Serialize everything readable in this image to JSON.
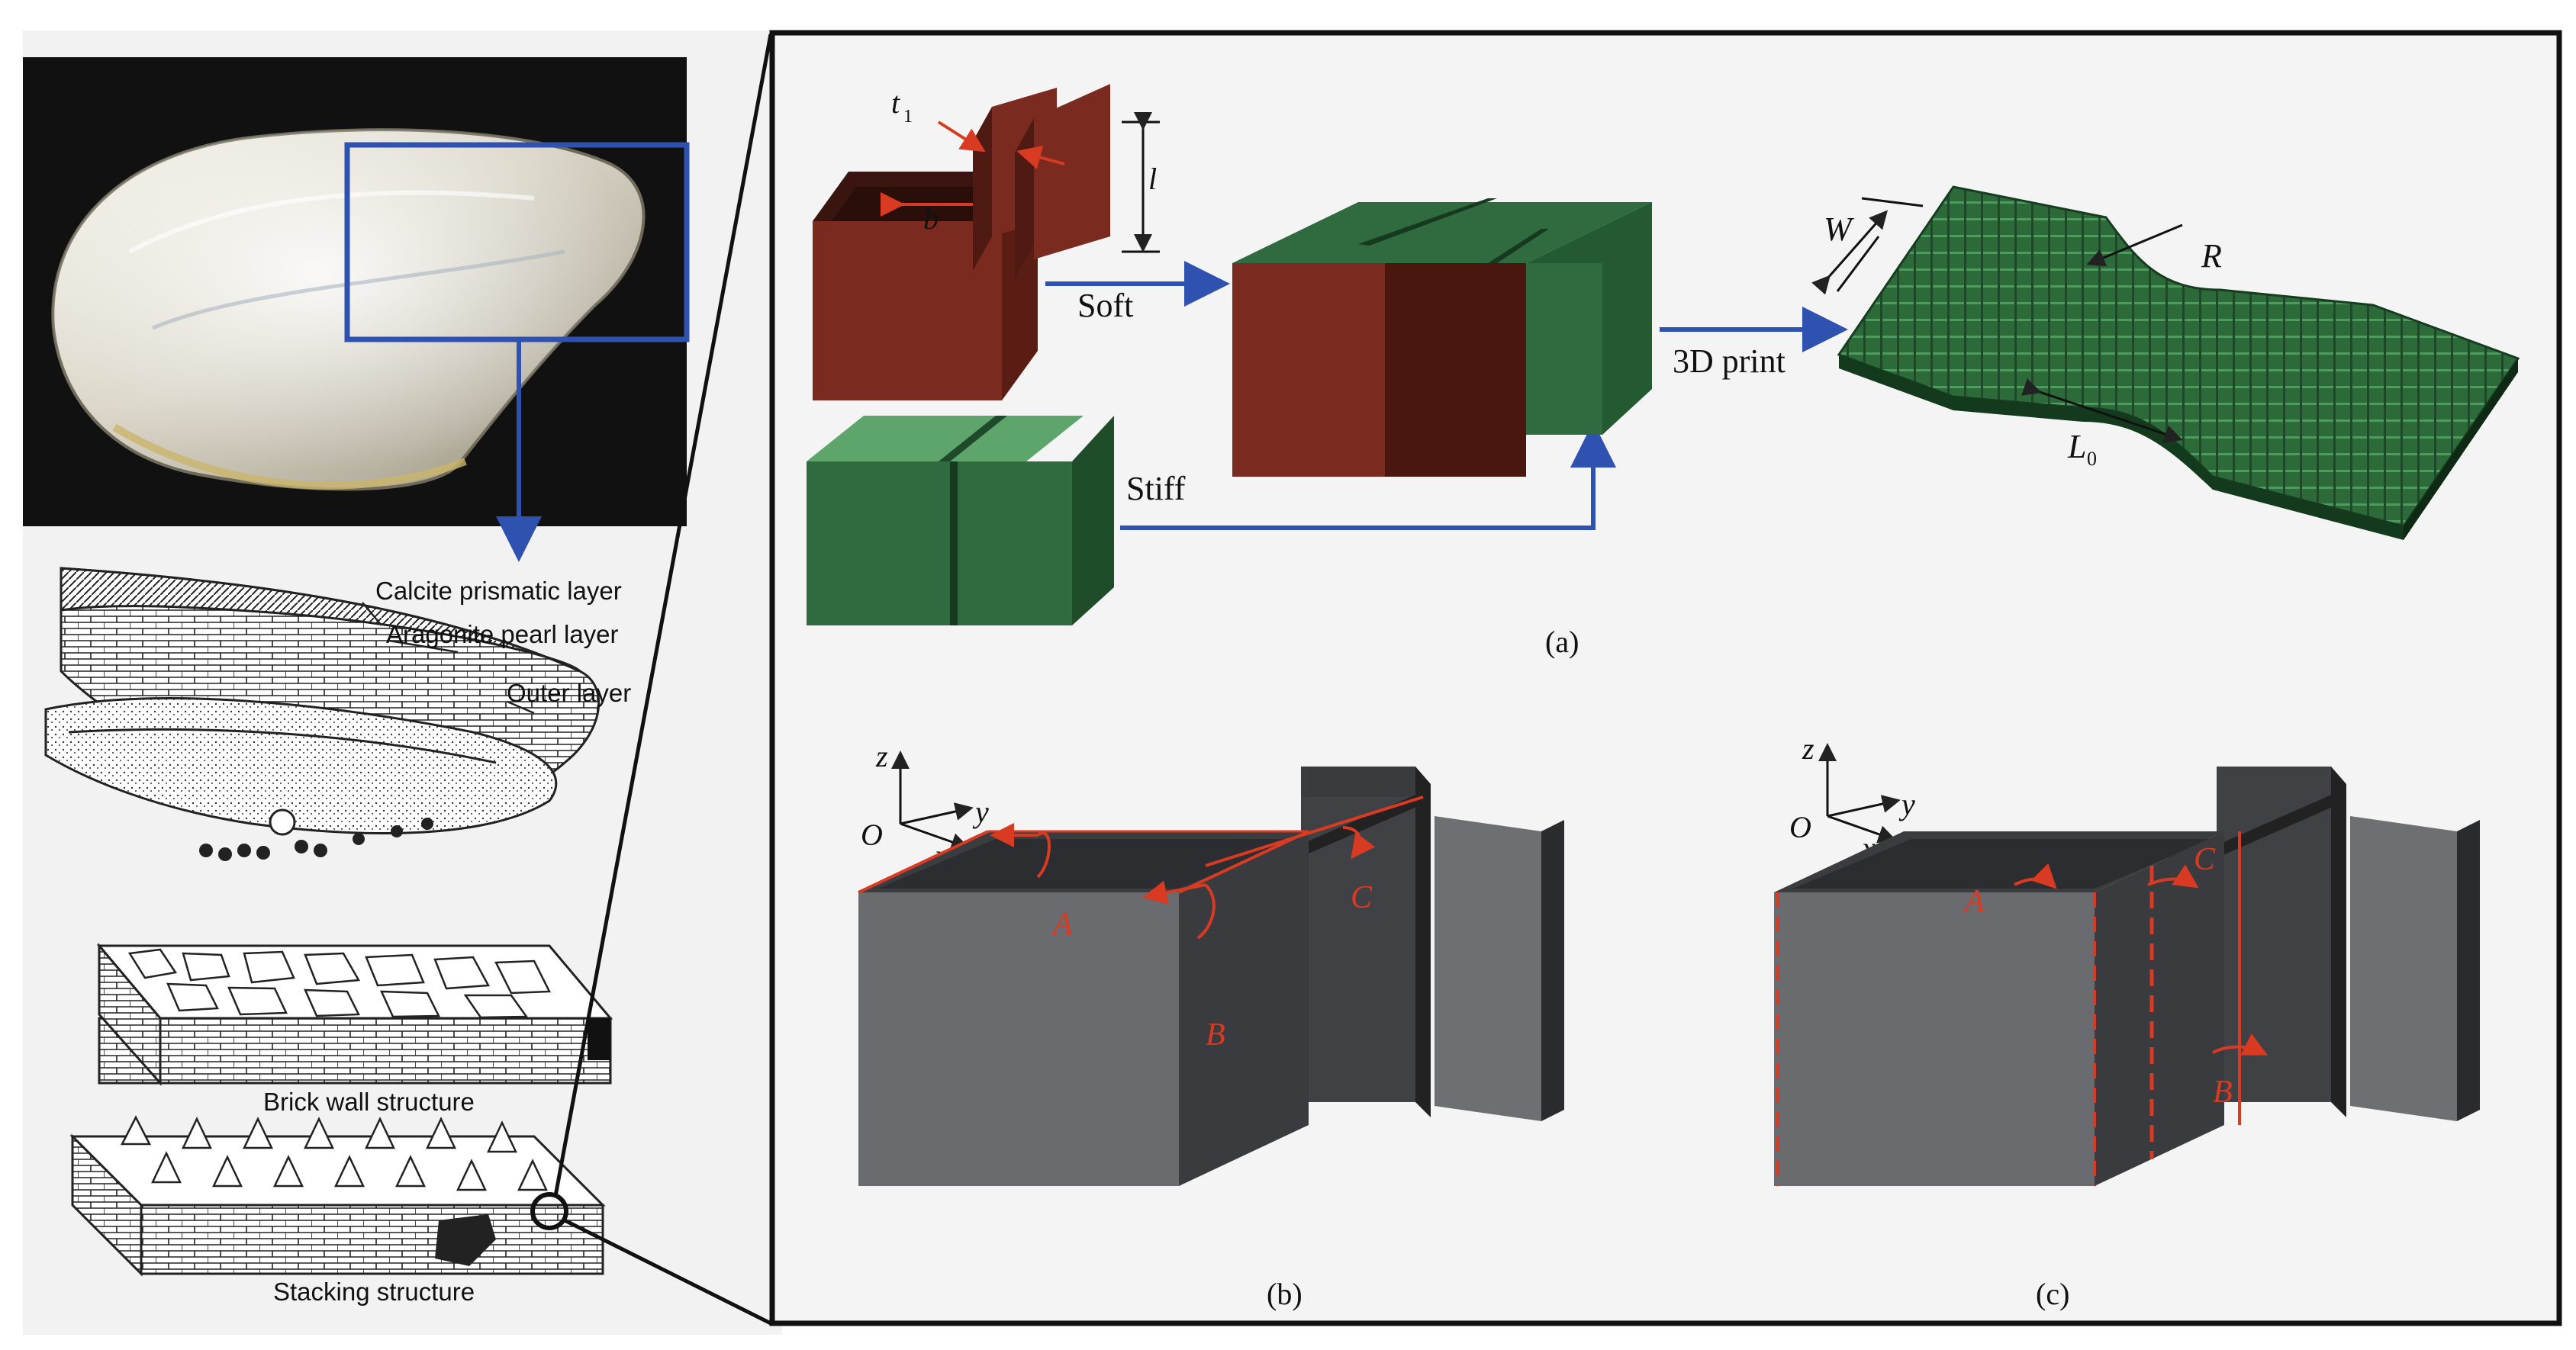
{
  "left_panel": {
    "labels": {
      "calcite": "Calcite prismatic layer",
      "aragonite": "Aragonite pearl layer",
      "outer": "Outer layer",
      "brick": "Brick wall structure",
      "stacking": "Stacking structure"
    }
  },
  "panel_a": {
    "dims": {
      "t1": "t",
      "t1_sub": "1",
      "l": "l",
      "b": "b",
      "W": "W",
      "R": "R",
      "L0": "L",
      "L0_sub": "0"
    },
    "soft_label": "Soft",
    "stiff_label": "Stiff",
    "print_label": "3D print",
    "caption": "(a)"
  },
  "panel_b": {
    "axes": {
      "z": "z",
      "y": "y",
      "x": "x",
      "o": "O"
    },
    "points": {
      "a": "A",
      "b": "B",
      "c": "C"
    },
    "caption": "(b)"
  },
  "panel_c": {
    "axes": {
      "z": "z",
      "y": "y",
      "x": "x",
      "o": "O"
    },
    "points": {
      "a": "A",
      "b": "B",
      "c": "C"
    },
    "caption": "(c)"
  },
  "colors": {
    "soft": "#7a2a1e",
    "stiff": "#2f6b3e",
    "arrow_blue": "#2f52b0",
    "annotation_red": "#d83a22",
    "cube_gray": "#5e5f63"
  }
}
